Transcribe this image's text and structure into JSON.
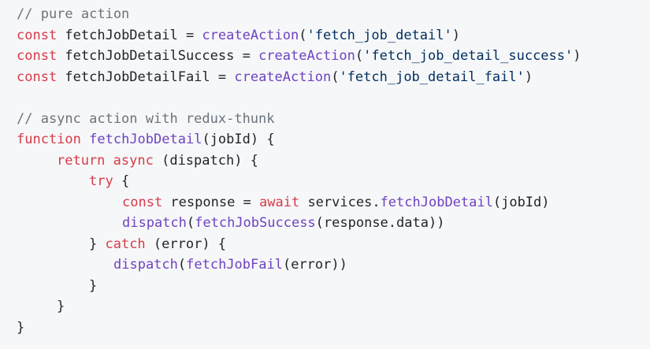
{
  "code": {
    "lines": [
      [
        {
          "t": "comment",
          "v": "// pure action"
        }
      ],
      [
        {
          "t": "keyword",
          "v": "const"
        },
        {
          "t": "plain",
          "v": " fetchJobDetail = "
        },
        {
          "t": "func",
          "v": "createAction"
        },
        {
          "t": "plain",
          "v": "("
        },
        {
          "t": "string",
          "v": "'fetch_job_detail'"
        },
        {
          "t": "plain",
          "v": ")"
        }
      ],
      [
        {
          "t": "keyword",
          "v": "const"
        },
        {
          "t": "plain",
          "v": " fetchJobDetailSuccess = "
        },
        {
          "t": "func",
          "v": "createAction"
        },
        {
          "t": "plain",
          "v": "("
        },
        {
          "t": "string",
          "v": "'fetch_job_detail_success'"
        },
        {
          "t": "plain",
          "v": ")"
        }
      ],
      [
        {
          "t": "keyword",
          "v": "const"
        },
        {
          "t": "plain",
          "v": " fetchJobDetailFail = "
        },
        {
          "t": "func",
          "v": "createAction"
        },
        {
          "t": "plain",
          "v": "("
        },
        {
          "t": "string",
          "v": "'fetch_job_detail_fail'"
        },
        {
          "t": "plain",
          "v": ")"
        }
      ],
      [],
      [
        {
          "t": "comment",
          "v": "// async action with redux-thunk"
        }
      ],
      [
        {
          "t": "keyword",
          "v": "function"
        },
        {
          "t": "plain",
          "v": " "
        },
        {
          "t": "func",
          "v": "fetchJobDetail"
        },
        {
          "t": "plain",
          "v": "(jobId) {"
        }
      ],
      [
        {
          "t": "keyword",
          "v": "return"
        },
        {
          "t": "plain",
          "v": " "
        },
        {
          "t": "keyword",
          "v": "async"
        },
        {
          "t": "plain",
          "v": " (dispatch) {"
        }
      ],
      [
        {
          "t": "keyword",
          "v": "try"
        },
        {
          "t": "plain",
          "v": " {"
        }
      ],
      [
        {
          "t": "keyword",
          "v": "const"
        },
        {
          "t": "plain",
          "v": " response = "
        },
        {
          "t": "keyword",
          "v": "await"
        },
        {
          "t": "plain",
          "v": " services."
        },
        {
          "t": "func",
          "v": "fetchJobDetail"
        },
        {
          "t": "plain",
          "v": "(jobId)"
        }
      ],
      [
        {
          "t": "func",
          "v": "dispatch"
        },
        {
          "t": "plain",
          "v": "("
        },
        {
          "t": "func",
          "v": "fetchJobSuccess"
        },
        {
          "t": "plain",
          "v": "(response.data))"
        }
      ],
      [
        {
          "t": "plain",
          "v": "} "
        },
        {
          "t": "keyword",
          "v": "catch"
        },
        {
          "t": "plain",
          "v": " (error) {"
        }
      ],
      [
        {
          "t": "func",
          "v": "dispatch"
        },
        {
          "t": "plain",
          "v": "("
        },
        {
          "t": "func",
          "v": "fetchJobFail"
        },
        {
          "t": "plain",
          "v": "(error))"
        }
      ],
      [
        {
          "t": "plain",
          "v": "}"
        }
      ],
      [
        {
          "t": "plain",
          "v": "}"
        }
      ],
      [
        {
          "t": "plain",
          "v": "}"
        }
      ]
    ]
  },
  "colors": {
    "background": "#f6f7f8",
    "comment": "#6a737d",
    "keyword": "#d73a49",
    "function": "#6f42c1",
    "string": "#032f62",
    "plain": "#1f2328"
  }
}
